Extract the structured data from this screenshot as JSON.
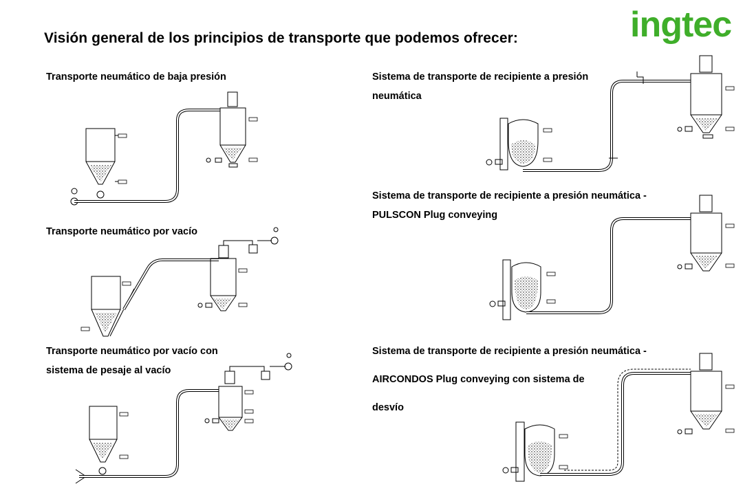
{
  "title": "Visión general de los principios de transporte que podemos ofrecer:",
  "logo": "ingtec",
  "left": [
    {
      "lines": [
        "Transporte neumático de baja presión"
      ]
    },
    {
      "lines": [
        "Transporte neumático por vacío"
      ]
    },
    {
      "lines": [
        "Transporte neumático por vacío con",
        " sistema de pesaje al vacío"
      ]
    }
  ],
  "right": [
    {
      "lines": [
        "Sistema de transporte de recipiente a presión",
        " neumática"
      ]
    },
    {
      "lines": [
        "Sistema de transporte de recipiente a presión neumática -",
        " PULSCON Plug conveying"
      ]
    },
    {
      "lines": [
        "Sistema de transporte de recipiente a presión neumática -",
        "AIRCONDOS Plug conveying con sistema de",
        "desvío"
      ]
    }
  ],
  "colors": {
    "logo": "#3fae2a",
    "text": "#000000"
  }
}
